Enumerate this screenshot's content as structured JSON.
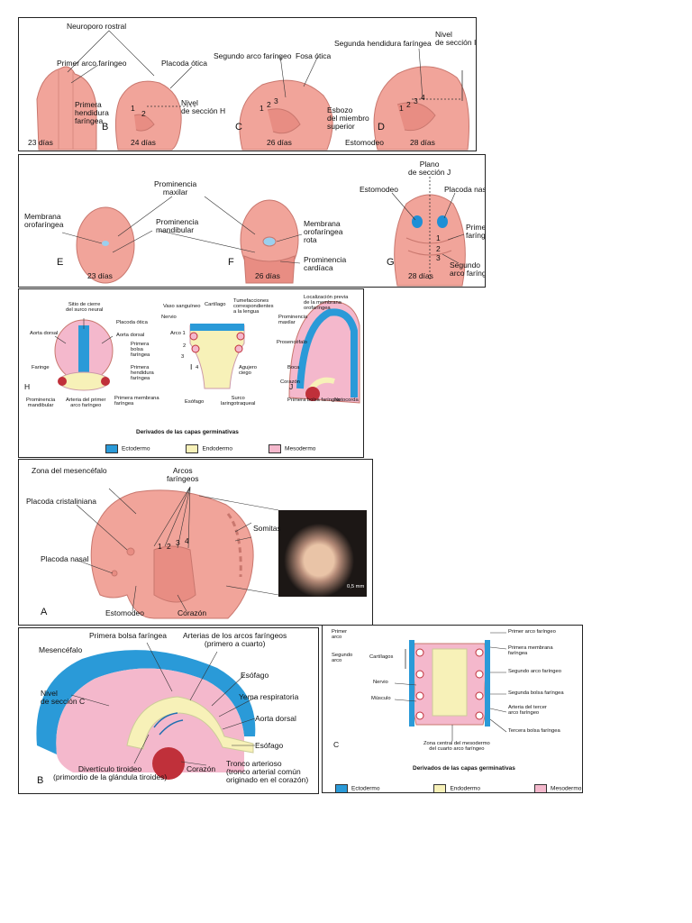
{
  "panel1": {
    "labels": {
      "neuroporo": "Neuroporo rostral",
      "primer_arco": "Primer arco faríngeo",
      "placoda_otica": "Placoda ótica",
      "primera_hendidura": "Primera\nhendidura\nfaríngea",
      "nivel_h": "Nivel\nde sección H",
      "segundo_arco": "Segundo arco faríngeo",
      "fosa_otica": "Fosa ótica",
      "esbozo": "Esbozo\ndel miembro\nsuperior",
      "segunda_hendidura": "Segunda hendidura faríngea",
      "nivel_i": "Nivel\nde sección I",
      "estomodeo": "Estomodeo",
      "b": "B",
      "c": "C",
      "d": "D",
      "days_a": "23 días",
      "days_b": "24 días",
      "days_c": "26 días",
      "days_d": "28 días",
      "n1": "1",
      "n2": "2",
      "c1": "1",
      "c2": "2",
      "c3": "3",
      "d1": "1",
      "d2": "2",
      "d3": "3",
      "d4": "4"
    }
  },
  "panel2": {
    "labels": {
      "prom_maxilar": "Prominencia\nmaxilar",
      "membrana_oro": "Membrana\norofaríngea",
      "prom_mandibular": "Prominencia\nmandibular",
      "membrana_rota": "Membrana\norofaríngea\nrota",
      "prom_cardiaca": "Prominencia\ncardíaca",
      "plano_j": "Plano\nde sección J",
      "estomodeo": "Estomodeo",
      "placoda_nasal": "Placoda nasal",
      "primer_arco": "Primer arco\nfaríngeo",
      "segundo_arco": "Segundo\narco faríngeo",
      "e": "E",
      "f": "F",
      "g": "G",
      "days_e": "23 días",
      "days_f": "26 días",
      "days_g": "28 días",
      "g1": "1",
      "g2": "2",
      "g3": "3"
    }
  },
  "panel3": {
    "labels": {
      "surco": "Sitio de cierre\ndel surco neural",
      "placoda_otica": "Placoda ótica",
      "aorta_dorsal_l": "Aorta dorsal",
      "aorta_dorsal_r": "Aorta dorsal",
      "primera_bolsa": "Primera\nbolsa\nfaríngea",
      "faringe": "Faringe",
      "primera_hend": "Primera\nhendidura\nfaríngea",
      "prom_mand": "Prominencia\nmandibular",
      "arteria_primer": "Arteria del primer\narco faríngeo",
      "primera_membrana": "Primera membrana\nfaríngea",
      "h": "H",
      "vaso": "Vaso sanguíneo",
      "cartilago": "Cartílago",
      "tumefacciones": "Tumefacciones\ncorrespondientes\na la lengua",
      "nervio": "Nervio",
      "arco1": "Arco 1",
      "i": "I",
      "esofago": "Esófago",
      "surco_lar": "Surco\nlaringotraqueal",
      "agujero": "Agujero\nciego",
      "i2": "2",
      "i3": "3",
      "i4": "4",
      "localizacion": "Localización previa\nde la membrana\norofaríngea",
      "prom_maxilar": "Prominencia\nmaxilar",
      "prosencefalo": "Prosencéfalo",
      "boca": "Boca",
      "corazon": "Corazón",
      "primera_bolsa_j": "Primera bolsa faríngea",
      "notocorda": "Notocorda",
      "j": "J",
      "derivados_title": "Derivados de las capas germinativas",
      "ectodermo": "Ectodermo",
      "endodermo": "Endodermo",
      "mesodermo": "Mesodermo"
    }
  },
  "panel4": {
    "labels": {
      "zona_mes": "Zona del mesencéfalo",
      "arcos": "Arcos\nfaríngeos",
      "placoda_crist": "Placoda cristaliniana",
      "somitas": "Somitas",
      "placoda_nasal": "Placoda nasal",
      "estomodeo": "Estomodeo",
      "corazon": "Corazón",
      "a": "A",
      "scale": "0,5 mm",
      "n1": "1",
      "n2": "2",
      "n3": "3",
      "n4": "4"
    }
  },
  "panel5": {
    "labels": {
      "primera_bolsa": "Primera bolsa faríngea",
      "arterias": "Arterias de los arcos faríngeos\n(primero a cuarto)",
      "mesencefalo": "Mesencéfalo",
      "esofago1": "Esófago",
      "yema": "Yema respiratoria",
      "nivel_c": "Nivel\nde sección C",
      "aorta_dorsal": "Aorta dorsal",
      "esofago2": "Esófago",
      "diverticulo": "Divertículo tiroideo\n(primordio de la glándula tiroides)",
      "corazon": "Corazón",
      "tronco": "Tronco arterioso\n(tronco arterial común\noriginado en el corazón)",
      "b": "B"
    }
  },
  "panel6": {
    "labels": {
      "primer_arco": "Primer\narco",
      "segundo_arco": "Segundo\narco",
      "cartilagos": "Cartílagos",
      "nervio": "Nervio",
      "musculo": "Músculo",
      "primer_arco_far": "Primer arco faríngeo",
      "primera_membrana": "Primera membrana\nfaríngea",
      "segundo_arco_far": "Segundo arco faríngeo",
      "segunda_bolsa": "Segunda bolsa faríngea",
      "arteria_tercer": "Arteria del tercer\narco faríngeo",
      "tercera_bolsa": "Tercera bolsa faríngea",
      "zona_central": "Zona central del mesodermo\ndel cuarto arco faríngeo",
      "c": "C",
      "derivados_title": "Derivados de las capas germinativas",
      "ectodermo": "Ectodermo",
      "endodermo": "Endodermo",
      "mesodermo": "Mesodermo"
    }
  },
  "colors": {
    "ectodermo": "#2a9ad8",
    "endodermo": "#f7f1b8",
    "mesodermo": "#f4b8cc",
    "embryo": "#f1a49a",
    "embryo_dark": "#e07f74"
  }
}
